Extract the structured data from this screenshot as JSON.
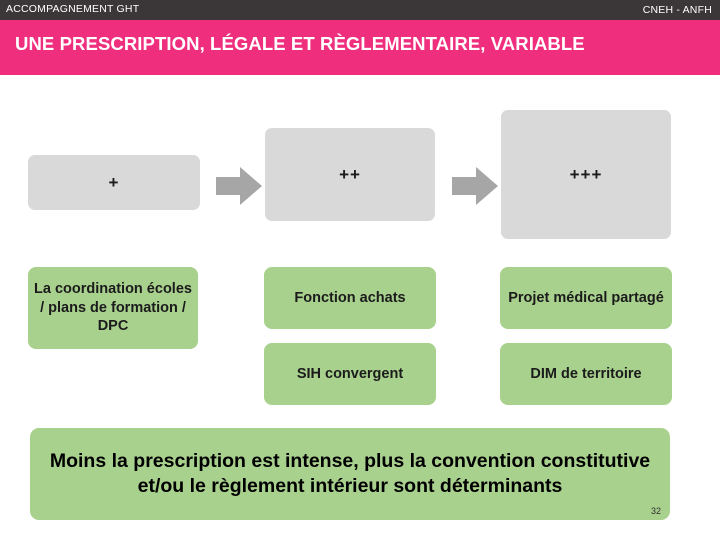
{
  "slide": {
    "header": {
      "left_label": "ACCOMPAGNEMENT GHT",
      "right_label": "CNEH - ANFH",
      "bar_color": "#3b3738"
    },
    "title": {
      "text": "UNE PRESCRIPTION, LÉGALE ET RÈGLEMENTAIRE, VARIABLE",
      "band_color": "#ef2f7e",
      "text_color": "#ffffff"
    },
    "intensity_scale": {
      "box_color": "#d9d9d9",
      "arrow_color": "#a6a6a6",
      "levels": [
        {
          "label": "+"
        },
        {
          "label": "++"
        },
        {
          "label": "+++"
        }
      ],
      "arrows": [
        {
          "name": "arrow-level1-to-level2"
        },
        {
          "name": "arrow-level2-to-level3"
        }
      ]
    },
    "columns": {
      "box_color": "#a9d18e",
      "column1": [
        {
          "label": "La coordination écoles / plans de formation / DPC"
        }
      ],
      "column2": [
        {
          "label": "Fonction achats"
        },
        {
          "label": "SIH convergent"
        }
      ],
      "column3": [
        {
          "label": "Projet médical partagé"
        },
        {
          "label": "DIM de territoire"
        }
      ]
    },
    "conclusion": {
      "text": "Moins la prescription est intense, plus la convention constitutive et/ou le règlement intérieur sont déterminants",
      "banner_color": "#a9d18e"
    },
    "page_number": "32"
  }
}
